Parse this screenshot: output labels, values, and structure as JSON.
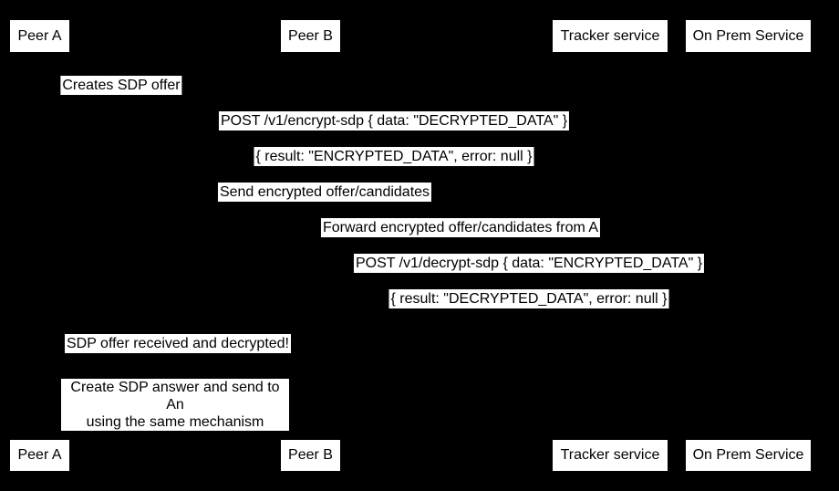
{
  "diagram": {
    "type": "sequence-diagram",
    "colors": {
      "background": "#000000",
      "box_background": "#ffffff",
      "text": "#000000"
    }
  },
  "actors": [
    {
      "label": "Peer A"
    },
    {
      "label": "Peer B"
    },
    {
      "label": "Tracker service"
    },
    {
      "label": "On Prem Service"
    }
  ],
  "messages": [
    "Creates SDP offer",
    "POST /v1/encrypt-sdp { data: \"DECRYPTED_DATA\" }",
    "{ result: \"ENCRYPTED_DATA\", error: null }",
    "Send encrypted offer/candidates",
    "Forward encrypted offer/candidates from A",
    "POST /v1/decrypt-sdp { data: \"ENCRYPTED_DATA\" }",
    "{ result: \"DECRYPTED_DATA\", error: null }",
    "SDP offer received and decrypted!"
  ],
  "note": {
    "lines": [
      "Create SDP answer and send to An",
      "using the same mechanism"
    ]
  }
}
